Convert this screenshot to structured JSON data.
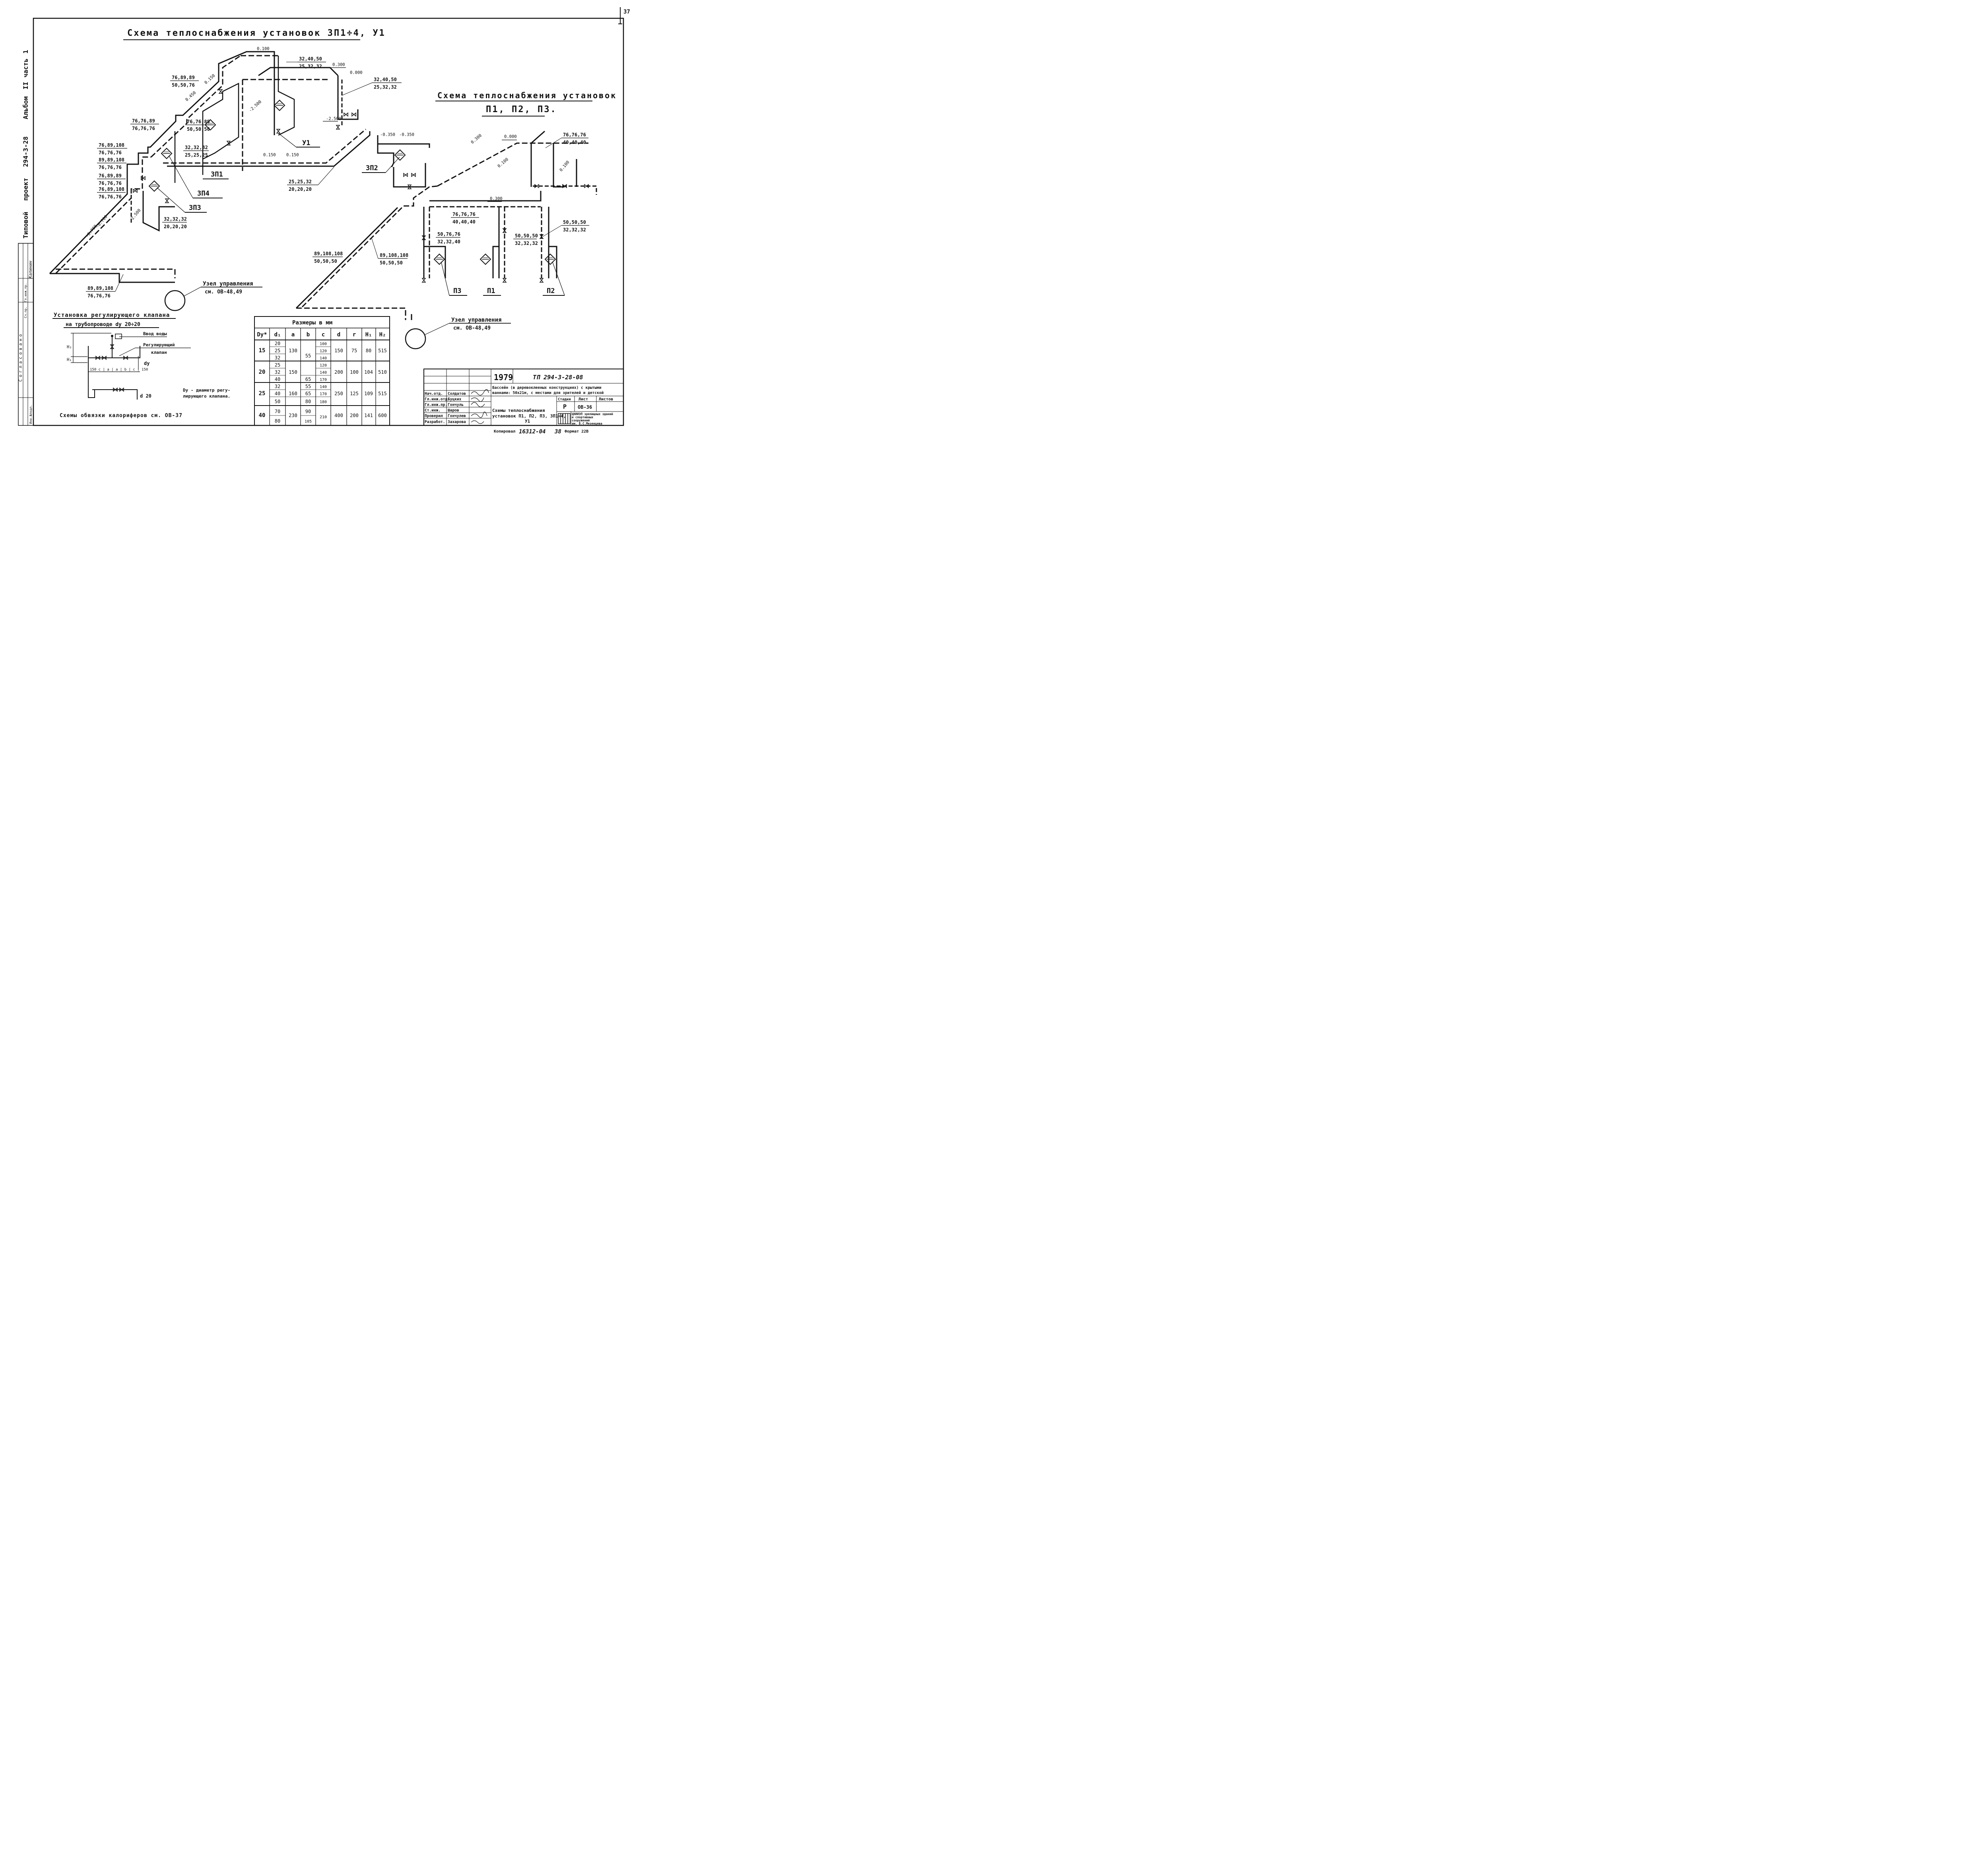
{
  "sheet": {
    "sheet_no": "37",
    "side_text": [
      "Типовой",
      "проект",
      "294-3-28",
      "Альбом",
      "II",
      "часть",
      "1"
    ],
    "stamp_soglas": "Согласовано",
    "stamp_small": [
      "Гл.инж.пр.",
      "Сч.пр.",
      "Инв.№подл."
    ],
    "stamp_sign": "Калинин"
  },
  "scheme1": {
    "title": "Схема теплоснабжения установок  3П1÷4, У1",
    "units": {
      "u1": "У1",
      "zp1": "3П1",
      "zp2": "3П2",
      "zp3": "3П3",
      "zp4": "3П4"
    },
    "elev": {
      "e0100": "0.100",
      "e0300": "0.300",
      "e0000": "0.000",
      "e0150a": "0.150",
      "e0450": "0.450",
      "e2500a": "-2.500",
      "e2500b": "-2.500",
      "e0350a": "-0.350",
      "e0350b": "-0.350",
      "e0150b": "0.150",
      "e0150c": "0.150",
      "e0700a": "-0.700",
      "e0700b": "-0.700",
      "e2500c": "-2.500"
    },
    "dims": {
      "d1a": "32,40,50",
      "d1b": "25,32,32",
      "d2a": "76,89,89",
      "d2b": "50,50,76",
      "d3a": "32,40,50",
      "d3b": "25,32,32",
      "d4a": "76,76,89",
      "d4b": "76,76,76",
      "d5a": "76,76,89",
      "d5b": "50,50,50",
      "d6a": "32,32,32",
      "d6b": "25,25,25",
      "d7a": "76,89,108",
      "d7b": "76,76,76",
      "d8a": "89,89,108",
      "d8b": "76,76,76",
      "d9a": "76,89,89",
      "d9b": "76,76,76",
      "d10a": "76,89,108",
      "d10b": "76,76,76",
      "d11a": "25,25,32",
      "d11b": "20,20,20",
      "d12a": "32,32,32",
      "d12b": "20,20,20",
      "d13a": "89,89,108",
      "d13b": "76,76,76"
    },
    "node_label": "Узел управления",
    "node_ref": "см. ОВ-48,49"
  },
  "scheme2": {
    "title_line1": "Схема теплоснабжения установок",
    "title_line2": "П1, П2, П3.",
    "units": {
      "p1": "П1",
      "p2": "П2",
      "p3": "П3"
    },
    "elev": {
      "e0300a": "0.300",
      "e0000": "0.000",
      "e0100a": "0.100",
      "e0100b": "0.100",
      "e0300b": "0.300"
    },
    "dims": {
      "d1a": "76,76,76",
      "d1b": "40,40,40",
      "d2a": "76,76,76",
      "d2b": "40,40,40",
      "d3a": "50,50,50",
      "d3b": "32,32,32",
      "d4a": "50,76,76",
      "d4b": "32,32,40",
      "d5a": "50,50,50",
      "d5b": "32,32,32",
      "d6a": "89,108,108",
      "d6b": "50,50,50",
      "d7a": "89,108,108",
      "d7b": "50,50,50"
    },
    "node_label": "Узел управления",
    "node_ref": "см. ОВ-48,49"
  },
  "valve_detail": {
    "title_line1": "Установка регулирующего клапана",
    "title_line2": "на трубопроводе  dy 20÷20",
    "water_in": "Ввод воды",
    "valve_label_1": "Регулирующий",
    "valve_label_2": "клапан",
    "dy": "dy",
    "d20": "d 20",
    "h1": "H₁",
    "h2": "H₂",
    "dims_row": "150 c | a | a | b | c | 150",
    "note_1": "Dy - диаметр регу-",
    "note_2": "лирующего клапана.",
    "calorifer_ref": "Схемы обвязки калориферов  см. ОВ-37"
  },
  "size_table": {
    "title": "Размеры в мм",
    "headers": [
      "Dy*",
      "d₁",
      "a",
      "b",
      "c",
      "d",
      "r",
      "H₁",
      "H₂"
    ],
    "groups": [
      {
        "dy": "15",
        "d1": [
          "20",
          "25",
          "32"
        ],
        "a": "130",
        "b": "55",
        "c": [
          "100",
          "120",
          "140"
        ],
        "d": "150",
        "r": "75",
        "h1": "80",
        "h2": "515"
      },
      {
        "dy": "20",
        "d1": [
          "25",
          "32",
          "40"
        ],
        "a": "150",
        "b": "65",
        "c": [
          "120",
          "140",
          "170"
        ],
        "d": "200",
        "r": "100",
        "h1": "104",
        "h2": "510"
      },
      {
        "dy": "25",
        "d1": [
          "32",
          "40",
          "50"
        ],
        "a": "160",
        "b": [
          "55",
          "65",
          "80"
        ],
        "c": [
          "140",
          "170",
          "180"
        ],
        "d": "250",
        "r": "125",
        "h1": "109",
        "h2": "515"
      },
      {
        "dy": "40",
        "d1": [
          "70",
          "80"
        ],
        "a": "230",
        "b": [
          "90",
          "105"
        ],
        "c": "210",
        "d": "400",
        "r": "200",
        "h1": "141",
        "h2": "600"
      }
    ]
  },
  "title_block": {
    "year": "1979",
    "code": "ТП 294-3-28-08",
    "project_1": "Бассейн (в деревоклееных конструкциях) с крытыми",
    "project_2": "ваннами: 50х21м, с местами для зрителей и детской",
    "h_stage": "Стадия",
    "h_sheet": "Лист",
    "h_sheets": "Листов",
    "stage": "Р",
    "sheet": "ОВ-36",
    "sheets": "",
    "drawing_1": "Схемы теплоснабжения",
    "drawing_2": "установок П1, П2, П3, 3П1÷4,",
    "drawing_3": "У1",
    "org_1": "ЦНИИЭП зрелищных зданий",
    "org_2": "и спортивных",
    "org_3": "сооружений",
    "org_4": "им. Б.С.Мезенцева",
    "roles": [
      {
        "role": "Нач.отд.",
        "name": "Солдатов"
      },
      {
        "role": "Гл.инж.отд.",
        "name": "Буцких"
      },
      {
        "role": "Гл.инж.пр.",
        "name": "Гончуль"
      },
      {
        "role": "Ст.инж.",
        "name": "Шаров"
      },
      {
        "role": "Проверил",
        "name": "Гончулев"
      },
      {
        "role": "Разработ.",
        "name": "Захарова"
      }
    ],
    "copied": "Копировал",
    "order_no": "16312-04",
    "order_sheet": "38",
    "format": "Формат 22В"
  }
}
